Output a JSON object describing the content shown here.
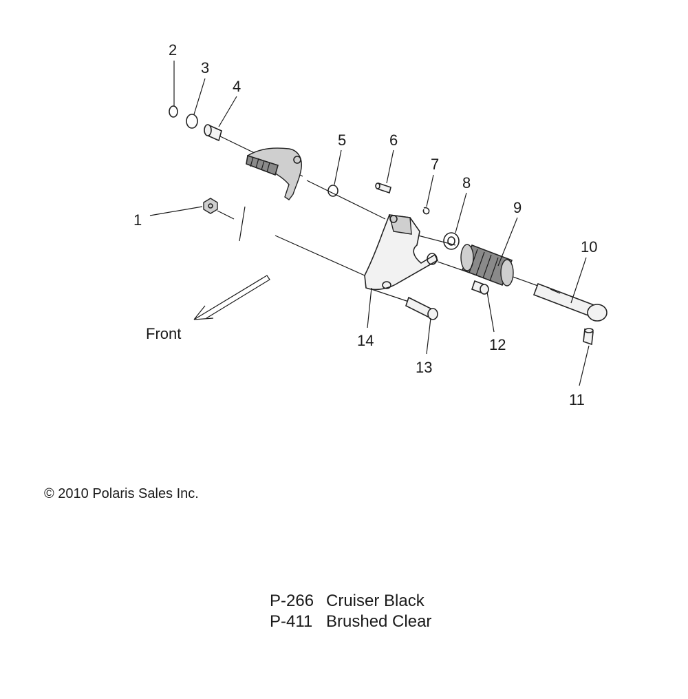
{
  "callouts": [
    "1",
    "2",
    "3",
    "4",
    "5",
    "6",
    "7",
    "8",
    "9",
    "10",
    "11",
    "12",
    "13",
    "14"
  ],
  "direction_label": "Front",
  "copyright": "© 2010 Polaris Sales Inc.",
  "finishes": [
    {
      "code": "P-266",
      "name": "Cruiser Black"
    },
    {
      "code": "P-411",
      "name": "Brushed Clear"
    }
  ]
}
